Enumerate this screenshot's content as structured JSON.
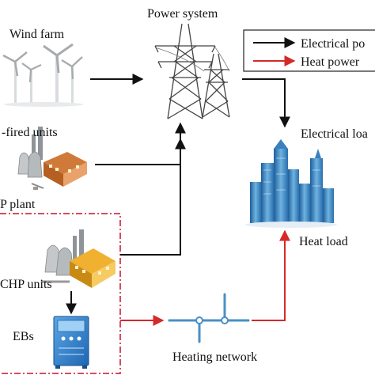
{
  "labels": {
    "wind_farm": "Wind farm",
    "power_system": "Power system",
    "coal_units": "-fired units",
    "chp_plant": "P plant",
    "chp_units": "CHP units",
    "ebs": "EBs",
    "heating_network": "Heating network",
    "electrical_load": "Electrical loa",
    "heat_load": "Heat load"
  },
  "legend": {
    "electrical": "Electrical po",
    "heat": "Heat power"
  },
  "colors": {
    "electrical_arrow": "#111111",
    "heat_arrow": "#d42a2a",
    "chp_border": "#c8102e",
    "pipe": "#4a8fc7"
  }
}
